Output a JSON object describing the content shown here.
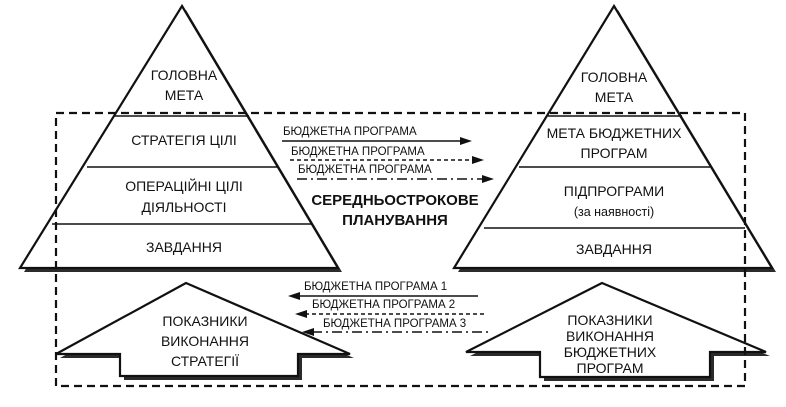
{
  "left_pyramid": {
    "top": [
      "ГОЛОВНА",
      "МЕТА"
    ],
    "level2": "СТРАТЕГІЯ ЦІЛІ",
    "level3": [
      "ОПЕРАЦІЙНІ ЦІЛІ",
      "ДІЯЛЬНОСТІ"
    ],
    "level4": "ЗАВДАННЯ"
  },
  "right_pyramid": {
    "top": [
      "ГОЛОВНА",
      "МЕТА"
    ],
    "level2": [
      "МЕТА БЮДЖЕТНИХ",
      "ПРОГРАМ"
    ],
    "level3": [
      "ПІДПРОГРАМИ",
      "(за наявності)"
    ],
    "level4": "ЗАВДАННЯ"
  },
  "center": {
    "title": [
      "СЕРЕДНЬОСТРОКОВЕ",
      "ПЛАНУВАННЯ"
    ]
  },
  "arrows_top": [
    {
      "label": "БЮДЖЕТНА ПРОГРАМА",
      "style": "solid"
    },
    {
      "label": "БЮДЖЕТНА ПРОГРАМА",
      "style": "dashed"
    },
    {
      "label": "БЮДЖЕТНА ПРОГРАМА",
      "style": "dashdot"
    }
  ],
  "arrows_bottom": [
    {
      "label": "БЮДЖЕТНА ПРОГРАМА 1",
      "style": "solid"
    },
    {
      "label": "БЮДЖЕТНА ПРОГРАМА 2",
      "style": "dashed"
    },
    {
      "label": "БЮДЖЕТНА ПРОГРАМА 3",
      "style": "dashdot"
    }
  ],
  "left_house": [
    "ПОКАЗНИКИ",
    "ВИКОНАННЯ",
    "СТРАТЕГІЇ"
  ],
  "right_house": [
    "ПОКАЗНИКИ",
    "ВИКОНАННЯ",
    "БЮДЖЕТНИХ",
    "ПРОГРАМ"
  ]
}
